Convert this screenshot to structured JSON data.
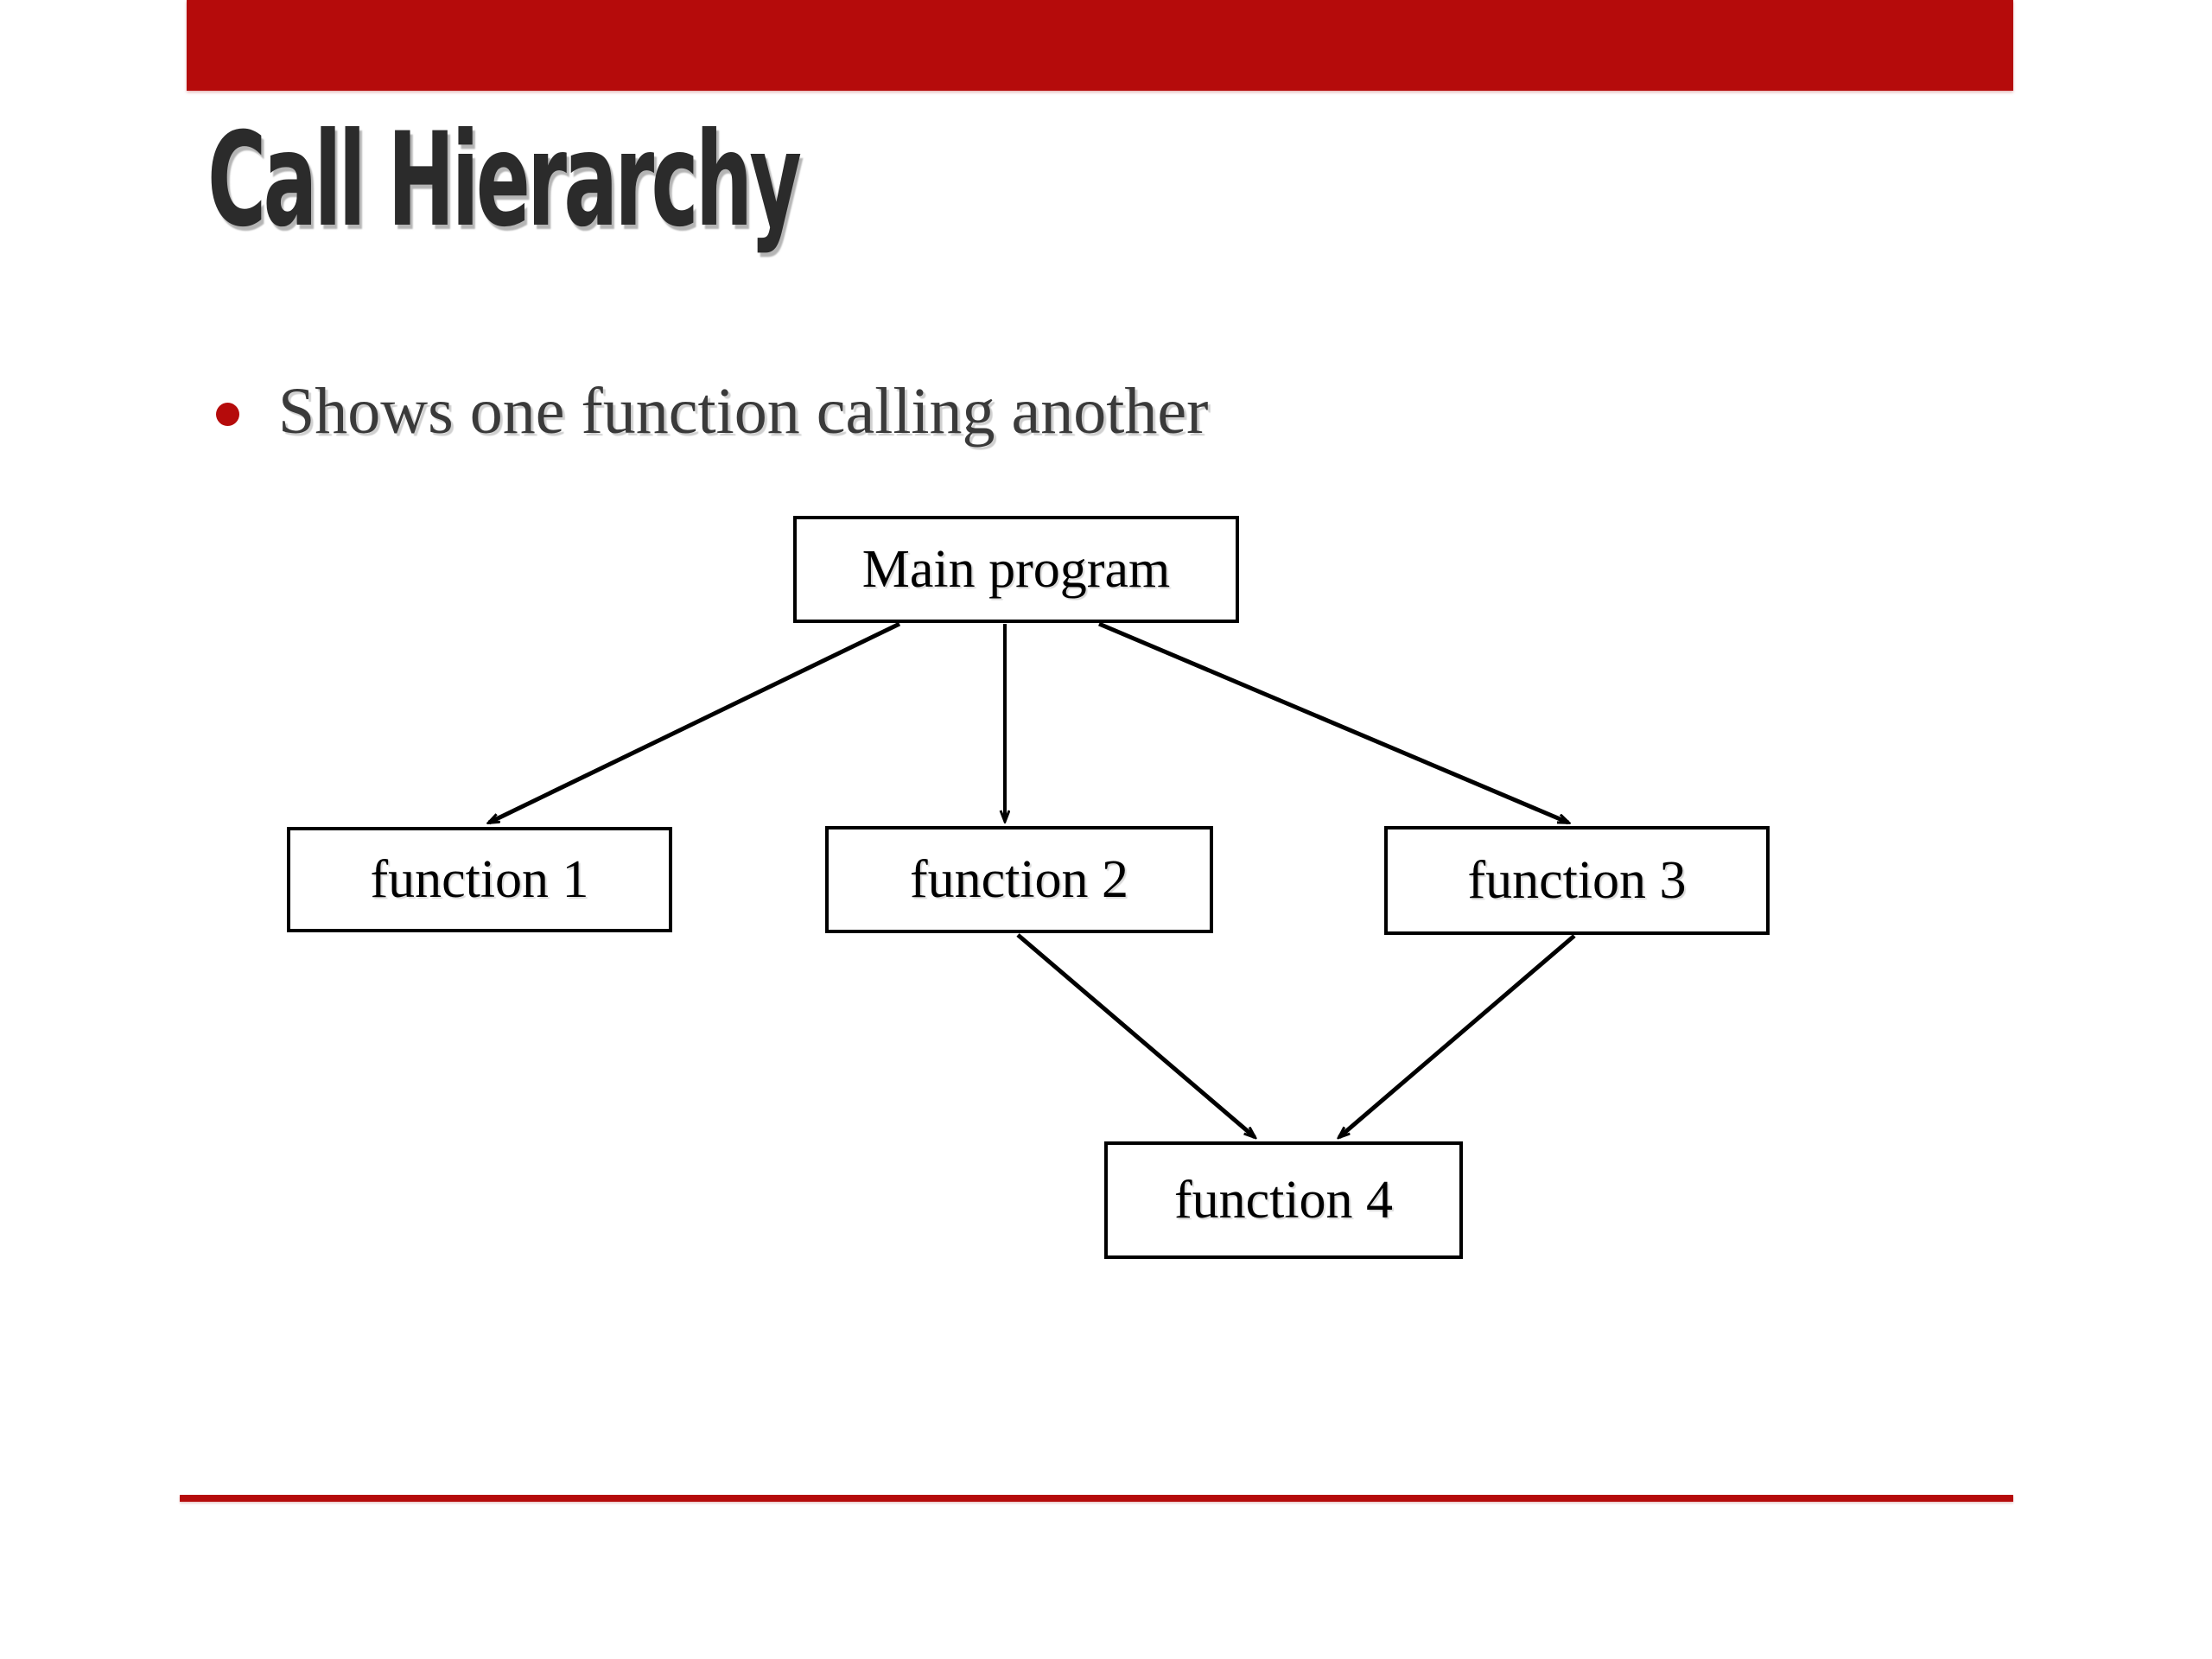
{
  "slide": {
    "title": "Call Hierarchy",
    "accent_color": "#b50b0b",
    "title_color": "#2b2b2b",
    "background_color": "#ffffff"
  },
  "body": {
    "bullets": [
      {
        "marker": "bullet-dot",
        "text": "Shows one function calling another"
      }
    ]
  },
  "chart_data": {
    "type": "diagram",
    "title": "Call Hierarchy",
    "description": "Shows one function calling another",
    "nodes": [
      {
        "id": "main",
        "label": "Main program",
        "level": 0
      },
      {
        "id": "func1",
        "label": "function 1",
        "level": 1
      },
      {
        "id": "func2",
        "label": "function 2",
        "level": 1
      },
      {
        "id": "func3",
        "label": "function 3",
        "level": 1
      },
      {
        "id": "func4",
        "label": "function 4",
        "level": 2
      }
    ],
    "edges": [
      {
        "from": "main",
        "to": "func1",
        "arrow": true
      },
      {
        "from": "main",
        "to": "func2",
        "arrow": true
      },
      {
        "from": "main",
        "to": "func3",
        "arrow": true
      },
      {
        "from": "func2",
        "to": "func4",
        "arrow": true
      },
      {
        "from": "func3",
        "to": "func4",
        "arrow": true
      }
    ],
    "edge_color": "#000000",
    "node_border_color": "#000000",
    "node_fill_color": "#ffffff"
  }
}
